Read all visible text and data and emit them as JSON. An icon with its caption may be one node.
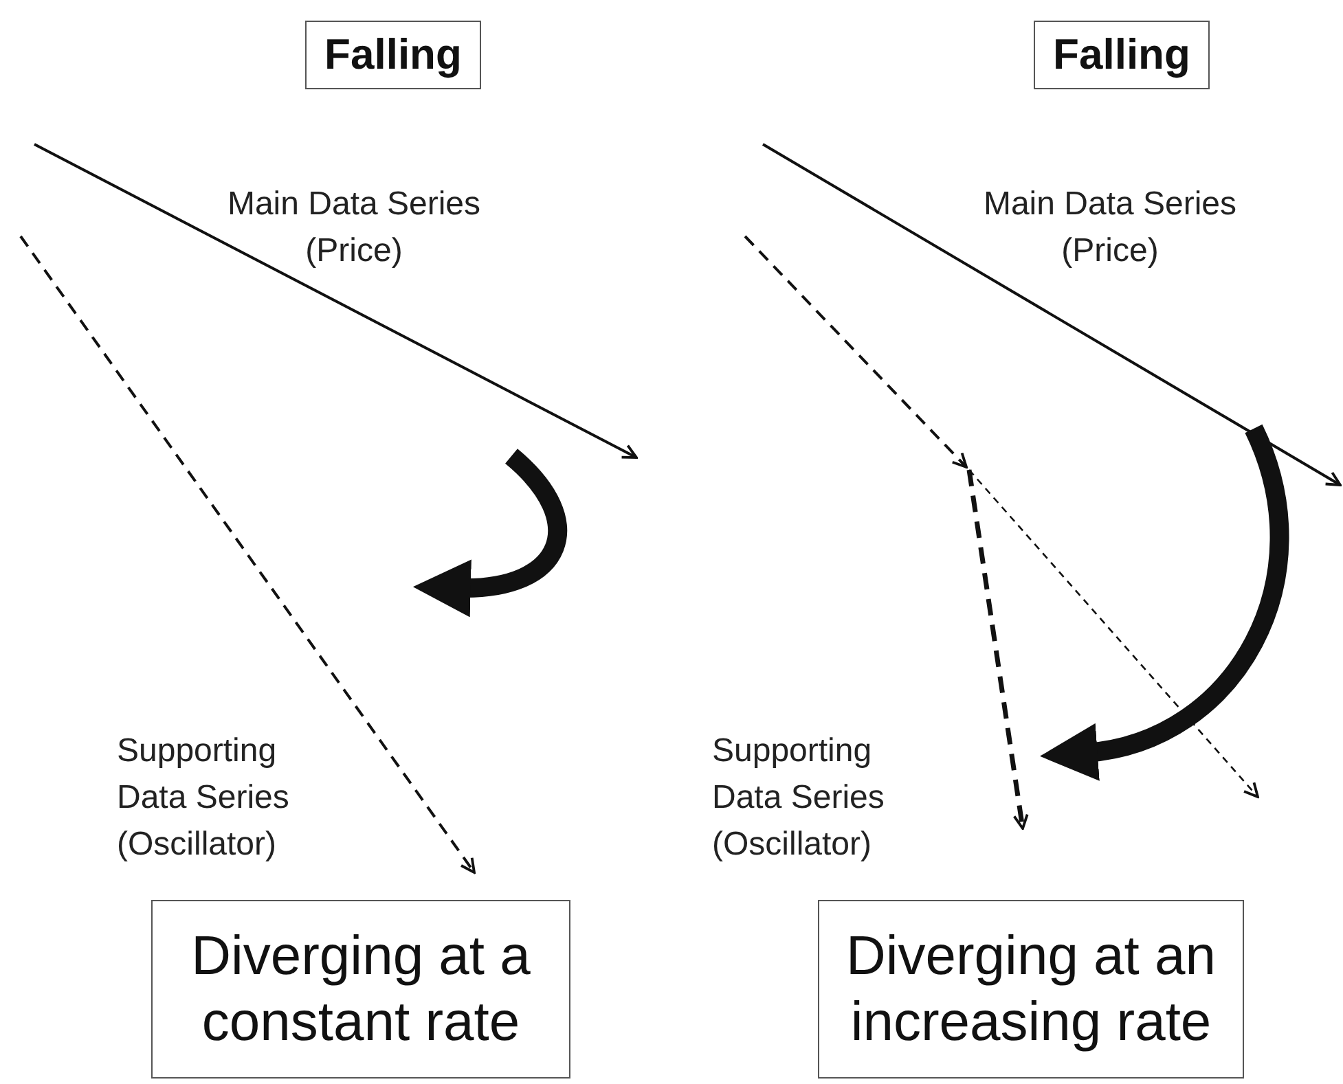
{
  "diagram": {
    "nodes": [
      {
        "text": [
          "Falling"
        ]
      },
      {
        "text": [
          "Falling"
        ]
      },
      {
        "text": [
          "Diverging at a constant rate"
        ]
      },
      {
        "text": [
          "Diverging at an increasing rate"
        ]
      }
    ],
    "labels": [
      "Main Data Series (Price)",
      "Main Data Series (Price)",
      "Supporting Data Series (Oscillator)",
      "Supporting Data Series (Oscillator)"
    ]
  }
}
